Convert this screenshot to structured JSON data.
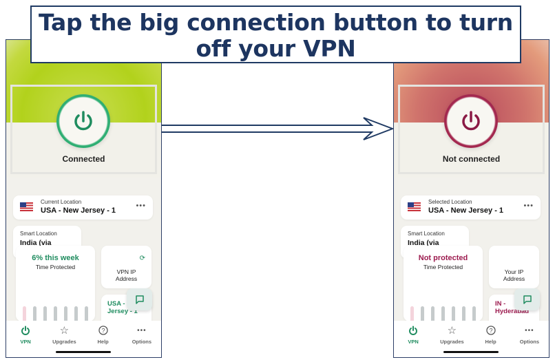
{
  "title": "Tap the big connection button to turn off your VPN",
  "colors": {
    "connected": "#1f8c5f",
    "disconnected": "#9c1a4e",
    "border": "#1f3a63"
  },
  "left_phone": {
    "status": "Connected",
    "location_label": "Current Location",
    "location_value": "USA - New Jersey - 1",
    "smart_label": "Smart Location",
    "smart_value": "India (via",
    "time_big": "6% this week",
    "time_sub": "Time Protected",
    "ip_label_1": "VPN IP",
    "ip_label_2": "Address",
    "city_1": "USA -",
    "city_2": "Jersey - 1"
  },
  "right_phone": {
    "status": "Not connected",
    "location_label": "Selected Location",
    "location_value": "USA - New Jersey - 1",
    "smart_label": "Smart Location",
    "smart_value": "India (via",
    "time_big": "Not protected",
    "time_sub": "Time Protected",
    "ip_label_1": "Your IP",
    "ip_label_2": "Address",
    "city_1": "IN -",
    "city_2": "Hyderabad"
  },
  "nav": [
    "VPN",
    "Upgrades",
    "Help",
    "Options"
  ]
}
